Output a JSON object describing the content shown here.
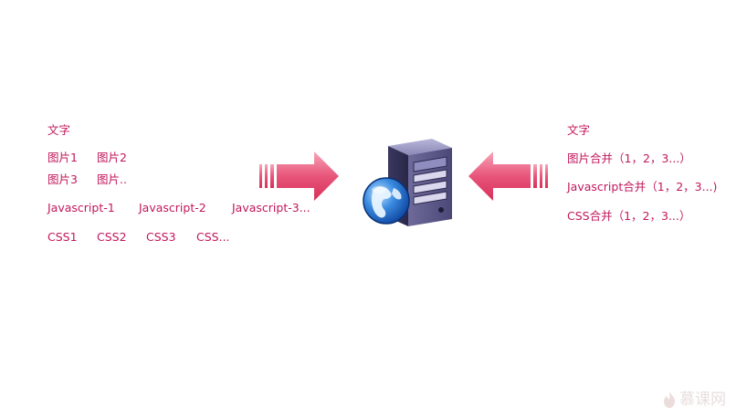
{
  "left": {
    "title": "文字",
    "images_row1": [
      "图片1",
      "图片2"
    ],
    "images_row2": [
      "图片3",
      "图片.."
    ],
    "scripts": [
      "Javascript-1",
      "Javascript-2",
      "Javascript-3..."
    ],
    "css": [
      "CSS1",
      "CSS2",
      "CSS3",
      "CSS..."
    ]
  },
  "right": {
    "title": "文字",
    "items": [
      "图片合并（1，2，3...）",
      "Javascript合并（1，2，3...)",
      "CSS合并（1，2，3...）"
    ]
  },
  "center": {
    "icon": "server-with-globe-icon"
  },
  "arrows": {
    "left": "arrow-right-icon",
    "right": "arrow-left-icon",
    "color": "#e8557a"
  },
  "watermark": {
    "text": "慕课网",
    "icon": "flame-logo-icon"
  },
  "colors": {
    "text": "#c2185b",
    "arrow": "#e8557a",
    "background": "#ffffff"
  }
}
